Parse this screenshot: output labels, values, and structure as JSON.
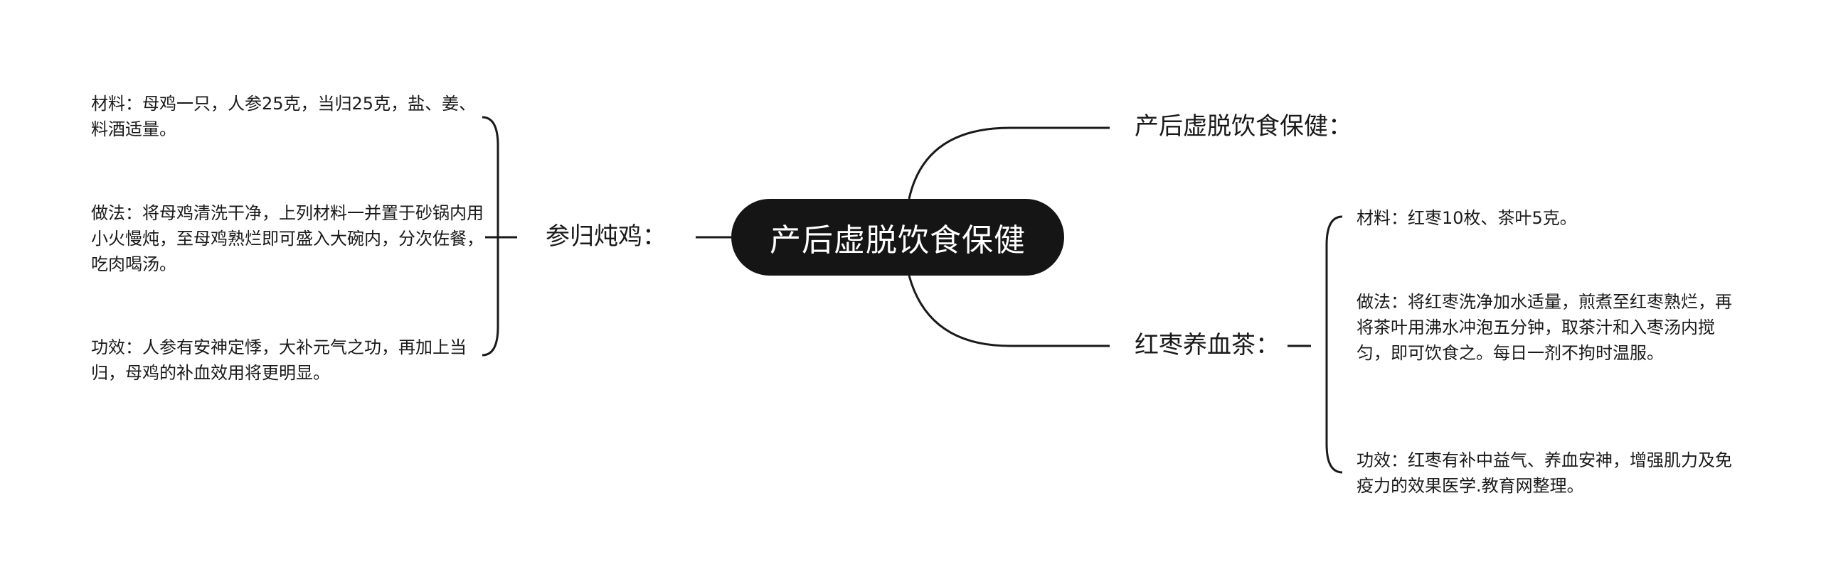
{
  "root": {
    "title": "产后虚脱饮食保健"
  },
  "branches": {
    "left": {
      "label": "参归炖鸡：",
      "details": [
        "材料：母鸡一只，人参25克，当归25克，盐、姜、料酒适量。",
        "做法：将母鸡清洗干净，上列材料一并置于砂锅内用小火慢炖，至母鸡熟烂即可盛入大碗内，分次佐餐，吃肉喝汤。",
        "功效：人参有安神定悸，大补元气之功，再加上当归，母鸡的补血效用将更明显。"
      ]
    },
    "top_right": {
      "label": "产后虚脱饮食保健："
    },
    "bottom_right": {
      "label": "红枣养血茶：",
      "details": [
        "材料：红枣10枚、茶叶5克。",
        "做法：将红枣洗净加水适量，煎煮至红枣熟烂，再将茶叶用沸水冲泡五分钟，取茶汁和入枣汤内搅匀，即可饮食之。每日一剂不拘时温服。",
        "功效：红枣有补中益气、养血安神，增强肌力及免疫力的效果医学.教育网整理。"
      ]
    }
  },
  "colors": {
    "root_bg": "#151515",
    "line": "#1a1a1a",
    "text": "#1a1a1a"
  }
}
